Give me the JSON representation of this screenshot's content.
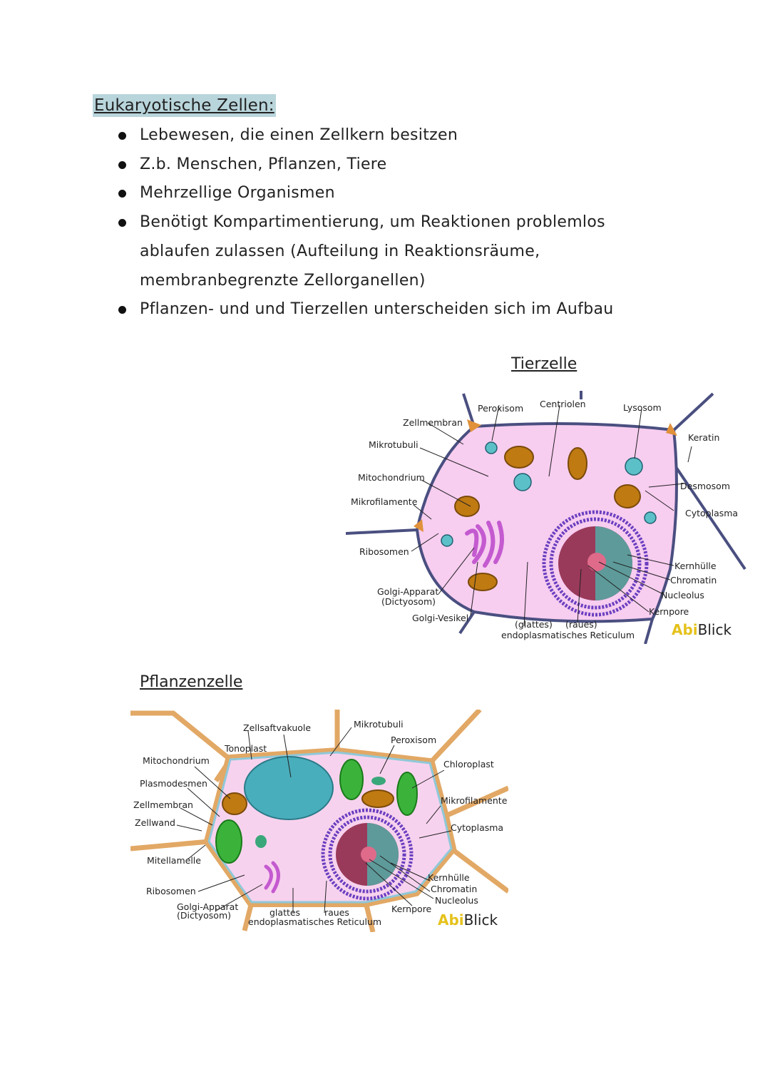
{
  "heading": "Eukaryotische Zellen:",
  "bullets": [
    "Lebewesen, die einen Zellkern besitzen",
    "Z.b. Menschen, Pflanzen, Tiere",
    "Mehrzellige Organismen",
    "Benötigt Kompartimentierung, um Reaktionen problemlos ablaufen zulassen (Aufteilung in Reaktionsräume, membranbegrenzte Zellorganellen)",
    "Pflanzen- und und Tierzellen unterscheiden sich im Aufbau"
  ],
  "animal_cell": {
    "title": "Tierzelle",
    "labels": {
      "peroxisom": "Peroxisom",
      "centriolen": "Centriolen",
      "lysosom": "Lysosom",
      "zellmembran": "Zellmembran",
      "keratin": "Keratin",
      "mikrotubuli": "Mikrotubuli",
      "mitochondrium": "Mitochondrium",
      "desmosom": "Desmosom",
      "mikrofilamente": "Mikrofilamente",
      "cytoplasma": "Cytoplasma",
      "ribosomen": "Ribosomen",
      "kernhuelle": "Kernhülle",
      "chromatin": "Chromatin",
      "nucleolus": "Nucleolus",
      "golgi_apparat": "Golgi-Apparat",
      "dictyosom": "(Dictyosom)",
      "kernpore": "Kernpore",
      "golgi_vesikel": "Golgi-Vesikel",
      "glattes": "(glattes)",
      "raues": "(raues)",
      "er": "endoplasmatisches Reticulum"
    },
    "brand_abi": "Abi",
    "brand_blick": "Blick"
  },
  "plant_cell": {
    "title": "Pflanzenzelle",
    "labels": {
      "zellsaftvakuole": "Zellsaftvakuole",
      "mikrotubuli": "Mikrotubuli",
      "peroxisom": "Peroxisom",
      "tonoplast": "Tonoplast",
      "mitochondrium": "Mitochondrium",
      "chloroplast": "Chloroplast",
      "plasmodesmen": "Plasmodesmen",
      "mikrofilamente": "Mikrofilamente",
      "zellmembran": "Zellmembran",
      "zellwand": "Zellwand",
      "cytoplasma": "Cytoplasma",
      "mitellamelle": "Mitellamelle",
      "kernhuelle": "Kernhülle",
      "chromatin": "Chromatin",
      "ribosomen": "Ribosomen",
      "nucleolus": "Nucleolus",
      "golgi_apparat": "Golgi-Apparat",
      "dictyosom": "(Dictyosom)",
      "kernpore": "Kernpore",
      "glattes": "glattes",
      "raues": "raues",
      "er": "endoplasmatisches Reticulum"
    },
    "brand_abi": "Abi",
    "brand_blick": "Blick"
  }
}
